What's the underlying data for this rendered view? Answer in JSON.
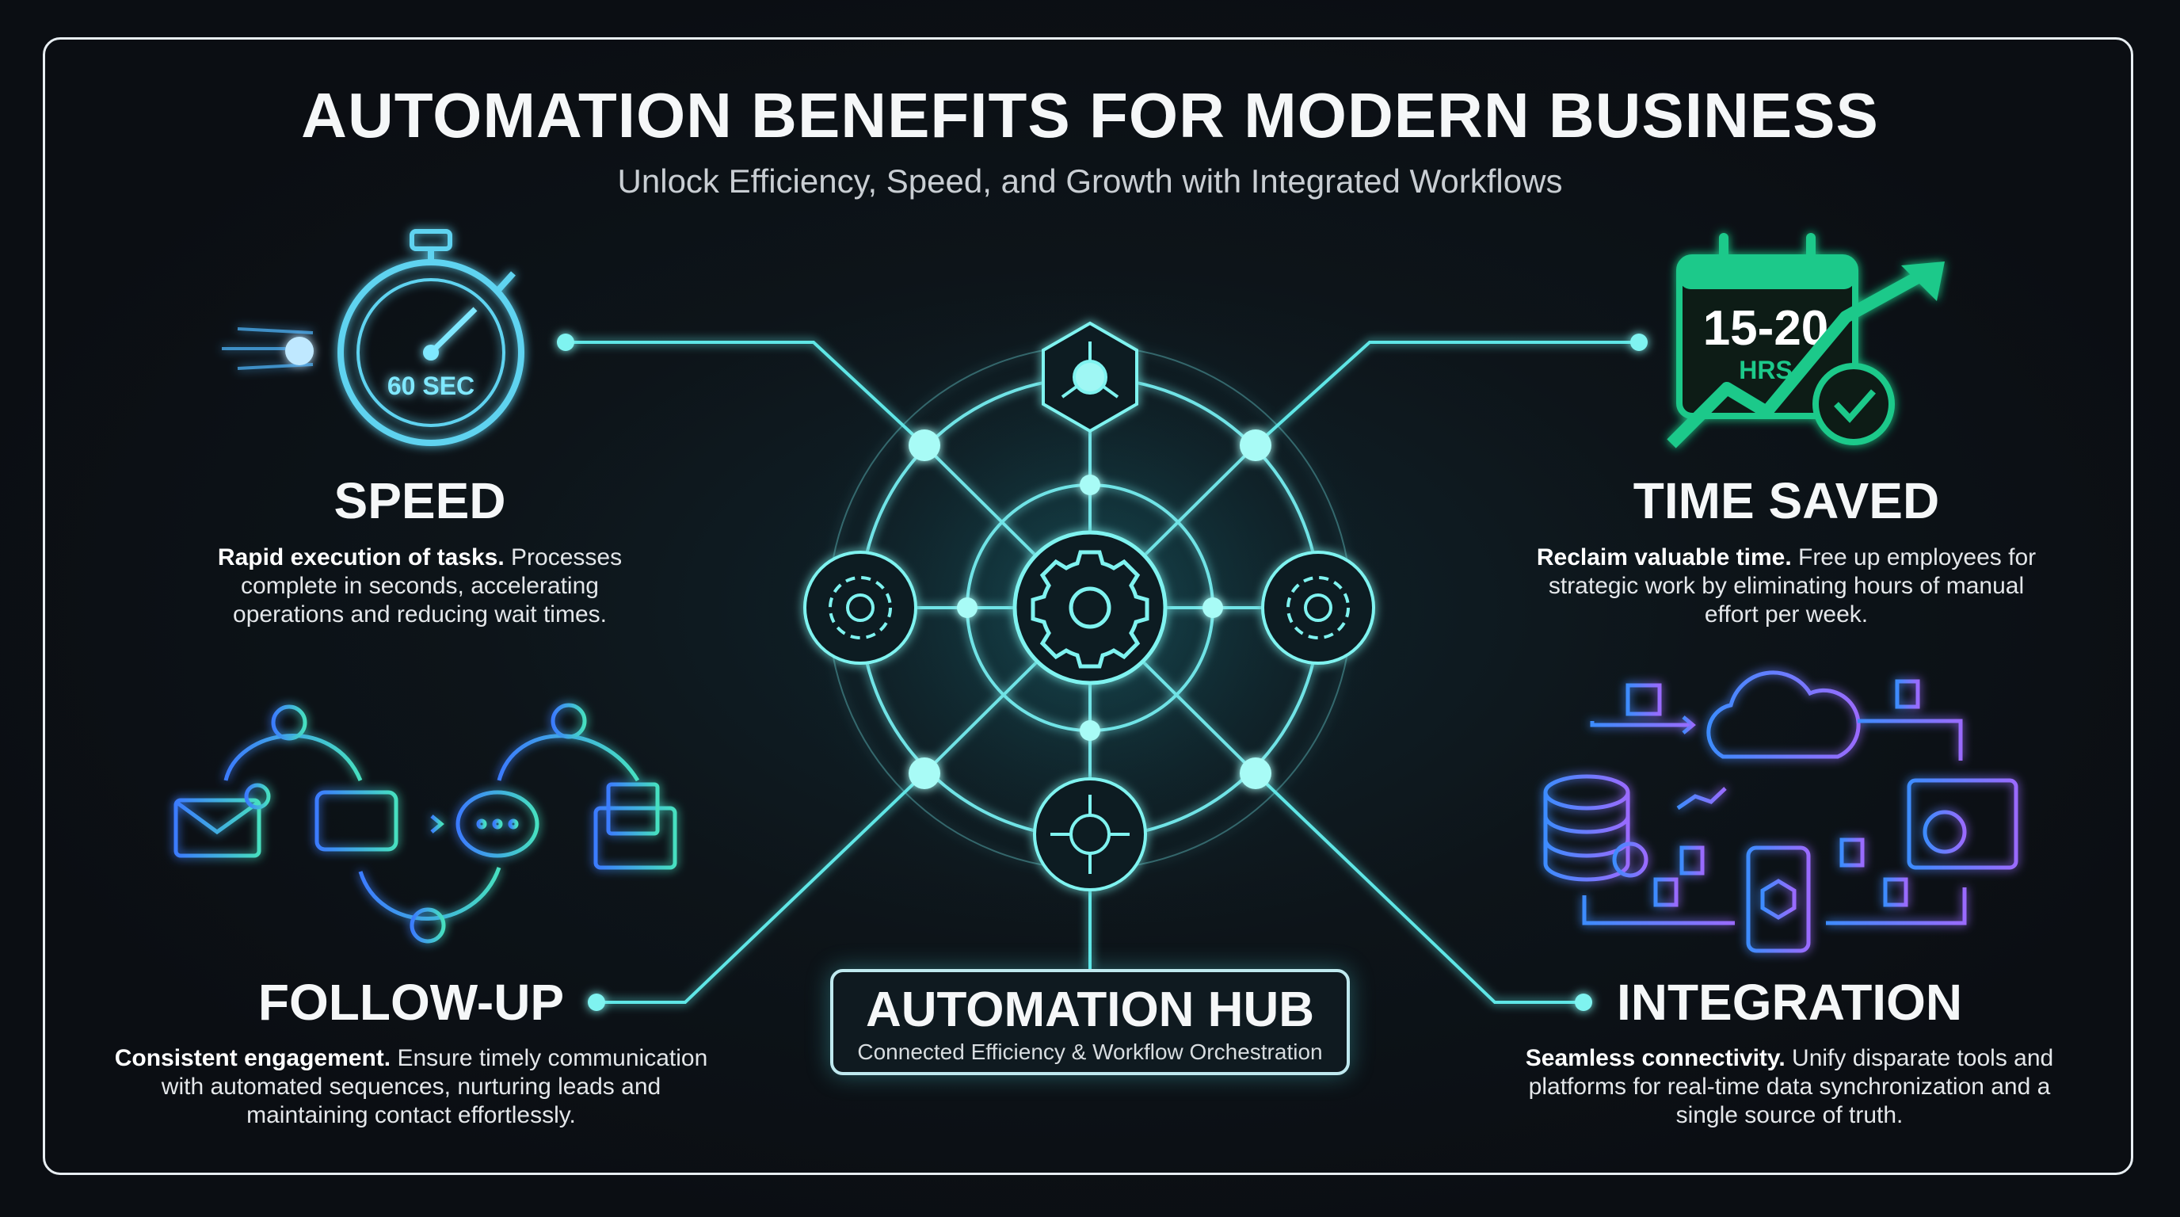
{
  "header": {
    "title": "AUTOMATION BENEFITS FOR MODERN BUSINESS",
    "subtitle": "Unlock Efficiency, Speed, and Growth with Integrated Workflows"
  },
  "hub": {
    "title": "AUTOMATION HUB",
    "subtitle": "Connected Efficiency & Workflow Orchestration"
  },
  "benefits": {
    "speed": {
      "title": "SPEED",
      "lead": "Rapid execution of tasks.",
      "body": " Processes complete in seconds, accelerating operations and reducing wait times.",
      "icon": "stopwatch-icon",
      "icon_label": "60 SEC"
    },
    "time_saved": {
      "title": "TIME SAVED",
      "lead": "Reclaim valuable time.",
      "body": " Free up employees for strategic work by eliminating hours of manual effort per week.",
      "icon": "calendar-growth-icon",
      "icon_value": "15-20",
      "icon_unit": "HRS"
    },
    "follow_up": {
      "title": "FOLLOW-UP",
      "lead": "Consistent engagement.",
      "body": " Ensure timely communication with automated sequences, nurturing leads and maintaining contact effortlessly.",
      "icon": "message-flow-icon"
    },
    "integration": {
      "title": "INTEGRATION",
      "lead": "Seamless connectivity.",
      "body": " Unify disparate tools and platforms for real-time data synchronization and a single source of truth.",
      "icon": "integration-network-icon"
    }
  },
  "colors": {
    "accent_cyan": "#5fe6e6",
    "accent_green": "#1fc98a",
    "accent_blue": "#4aa8ff",
    "accent_purple": "#9a7bff",
    "background": "#0d1015"
  }
}
